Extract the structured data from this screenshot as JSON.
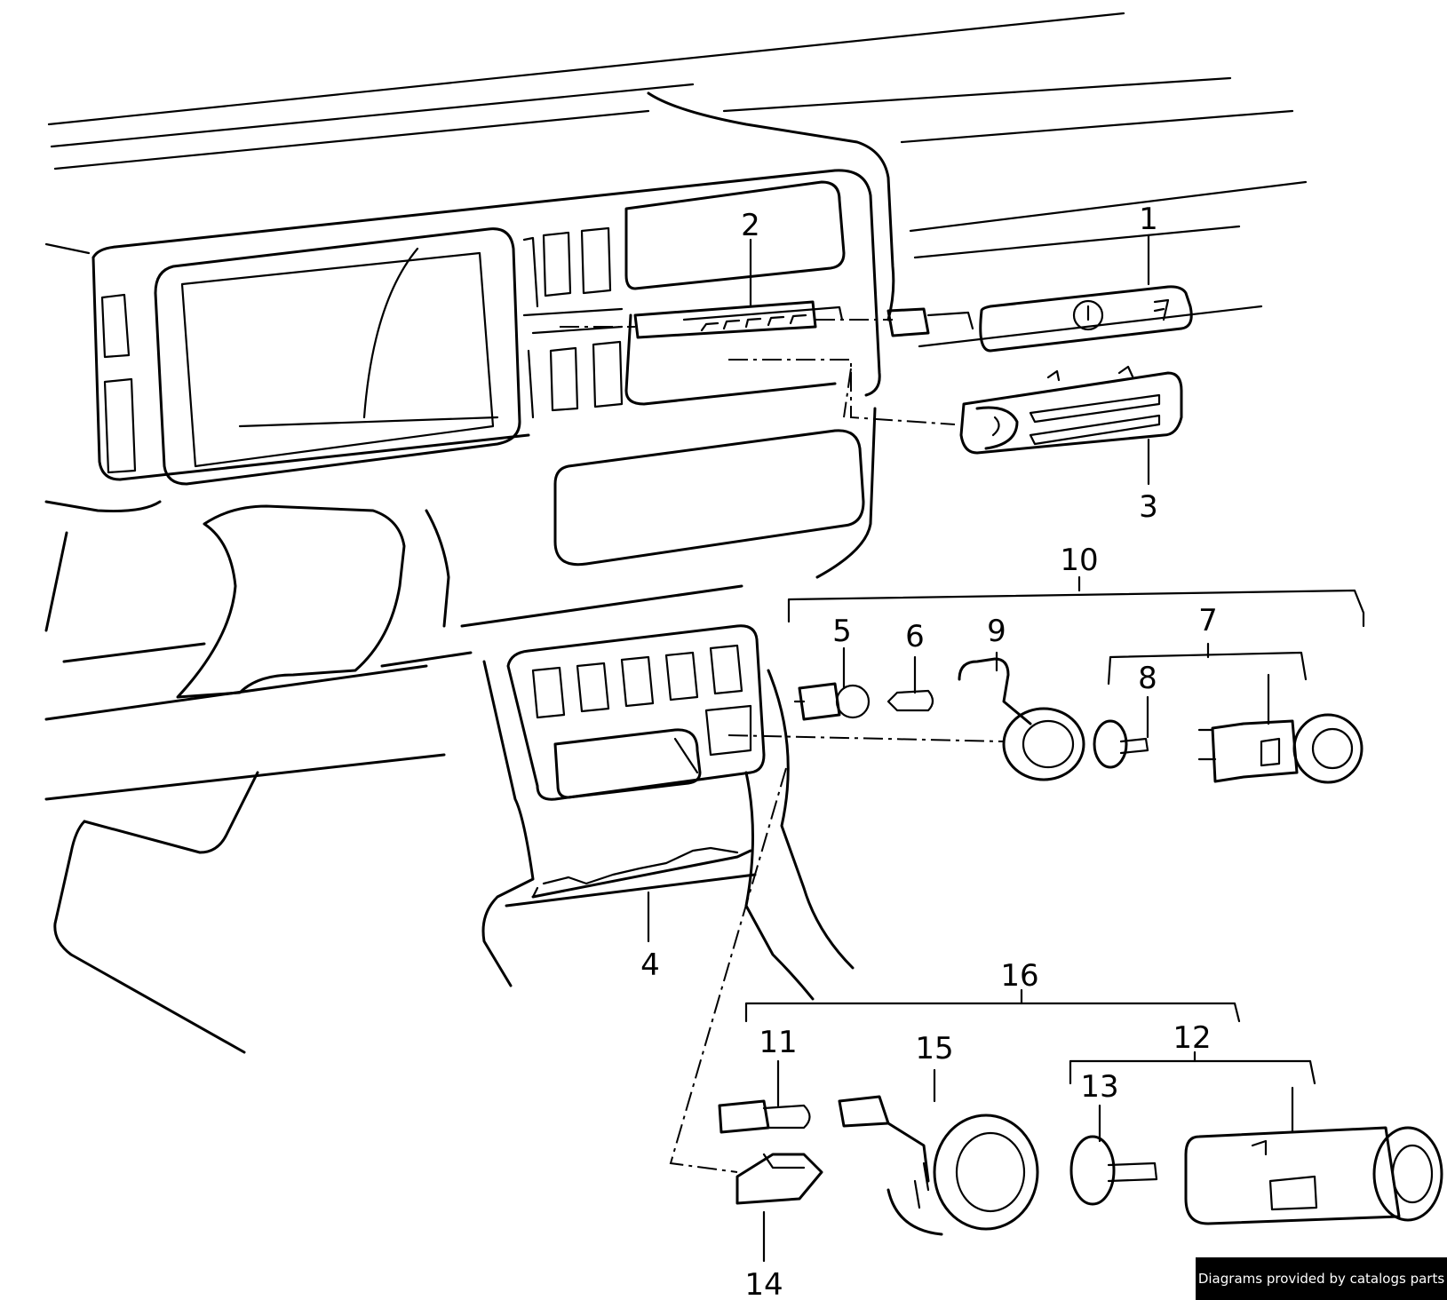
{
  "callouts": {
    "c1": "1",
    "c2": "2",
    "c3": "3",
    "c4": "4",
    "c5": "5",
    "c6": "6",
    "c7": "7",
    "c8": "8",
    "c9": "9",
    "c10": "10",
    "c11": "11",
    "c12": "12",
    "c13": "13",
    "c14": "14",
    "c15": "15",
    "c16": "16"
  },
  "credit": "Diagrams provided by catalogs parts"
}
